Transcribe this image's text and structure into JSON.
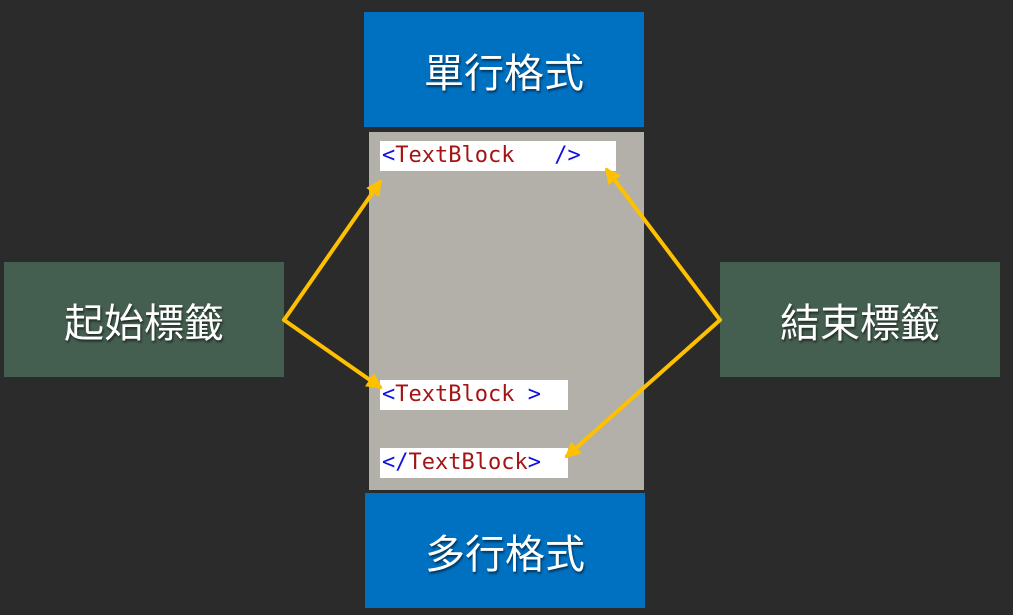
{
  "diagram": {
    "top_box": {
      "label": "單行格式"
    },
    "bottom_box": {
      "label": "多行格式"
    },
    "left_box": {
      "label": "起始標籤"
    },
    "right_box": {
      "label": "結束標籤"
    },
    "code_lines": [
      {
        "open": "<",
        "name": "TextBlock",
        "close": "   />"
      },
      {
        "open": "<",
        "name": "TextBlock",
        "close": " >"
      },
      {
        "open": "</",
        "name": "TextBlock",
        "close": ">"
      }
    ],
    "colors": {
      "background": "#2b2b2b",
      "blue_box": "#0070c0",
      "green_box": "#445e4f",
      "code_panel": "#b3b0aa",
      "arrow": "#ffc000",
      "code_bracket": "#1010e0",
      "code_tagname": "#a31515"
    }
  }
}
